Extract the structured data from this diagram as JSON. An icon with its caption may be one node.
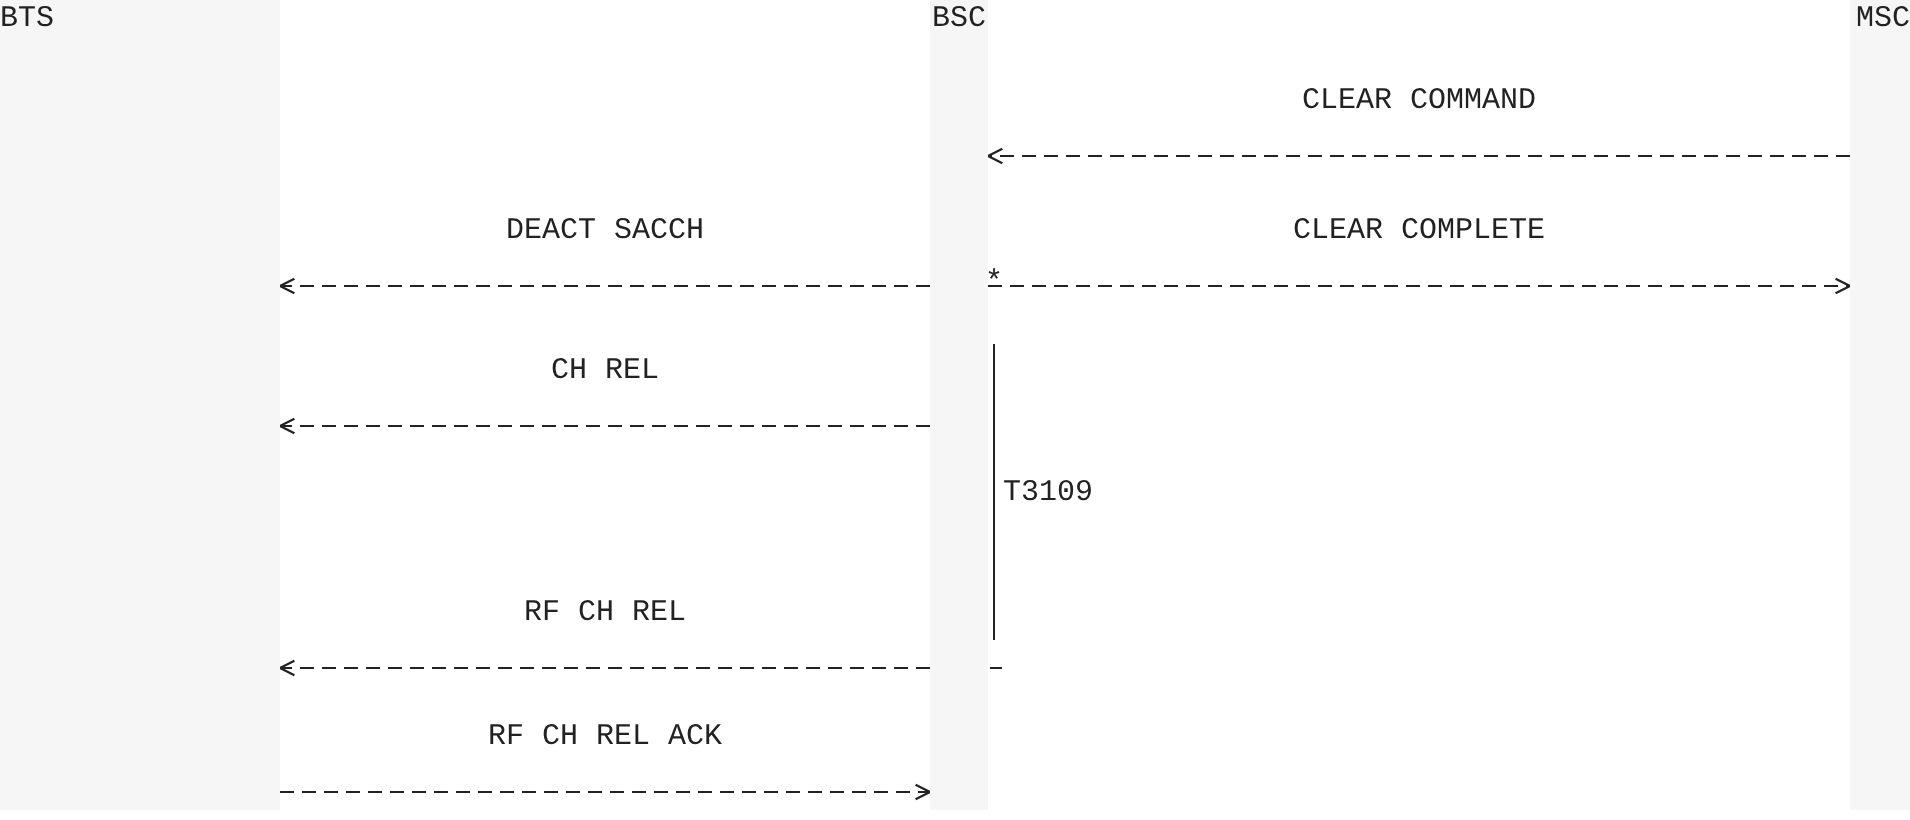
{
  "diagram": {
    "nodes": [
      {
        "text": [
          "BTS"
        ]
      },
      {
        "text": [
          "BSC"
        ]
      },
      {
        "text": [
          "MSC"
        ]
      }
    ],
    "edges": [
      {
        "from": 2,
        "to": 1,
        "arrow": "to",
        "label": "CLEAR COMMAND"
      },
      {
        "from": 1,
        "to": 0,
        "arrow": "to",
        "label": "DEACT SACCH"
      },
      {
        "from": 1,
        "to": 2,
        "arrow": "to",
        "label": "CLEAR COMPLETE"
      },
      {
        "from": 1,
        "to": 0,
        "arrow": "to",
        "label": "CH REL"
      },
      {
        "from": 1,
        "to": 0,
        "arrow": "to",
        "label": "RF CH REL"
      },
      {
        "from": 0,
        "to": 1,
        "arrow": "to",
        "label": "RF CH REL ACK"
      }
    ],
    "labels": [
      "*",
      "T3109"
    ]
  }
}
